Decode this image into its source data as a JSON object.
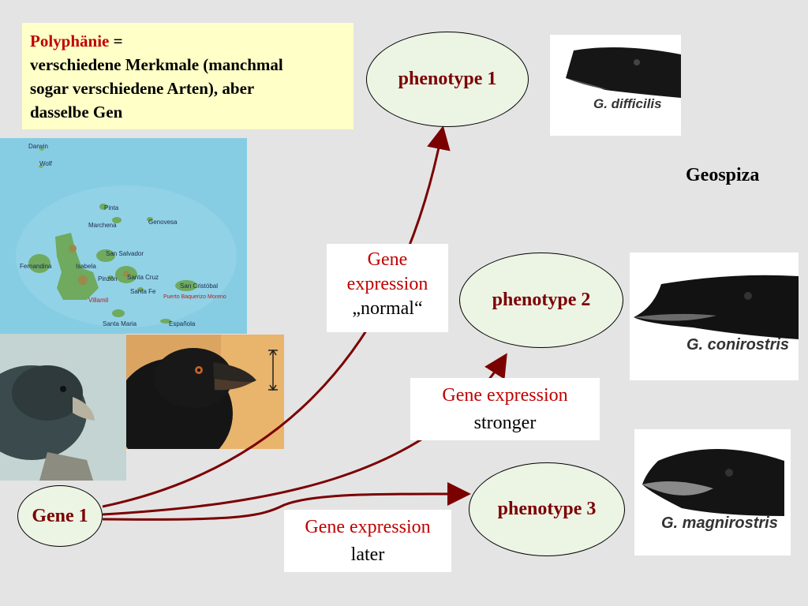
{
  "definition": {
    "term": "Polyphänie",
    "equals": " =",
    "line1": "verschiedene Merkmale (manchmal",
    "line2": "sogar verschiedene Arten), aber",
    "line3": "dasselbe Gen"
  },
  "genus": "Geospiza",
  "gene": "Gene 1",
  "phenotypes": {
    "p1": "phenotype 1",
    "p2": "phenotype 2",
    "p3": "phenotype 3"
  },
  "expressions": {
    "normal": {
      "line1": "Gene",
      "line2": "expression",
      "line3": "„normal“"
    },
    "stronger": {
      "line1": "Gene expression",
      "line2": "stronger"
    },
    "later": {
      "line1": "Gene expression",
      "line2": "later"
    }
  },
  "species": {
    "s1": "G. difficilis",
    "s2": "G. conirostris",
    "s3": "G. magnirostris"
  },
  "map_labels": {
    "darwin": "Darwin",
    "wolf": "Wolf",
    "pinta": "Pinta",
    "marchena": "Marchena",
    "genovesa": "Genovesa",
    "san_salvador": "San Salvador",
    "fernandina": "Fernandina",
    "isabela": "Isabela",
    "pinzon": "Pinzón",
    "santa_cruz": "Santa Cruz",
    "san_cristobal": "San Cristóbal",
    "santa_fe": "Santa Fe",
    "villamil": "Villamil",
    "puerto_baquerizo": "Puerto Baquerizo Moreno",
    "santa_maria": "Santa Maria",
    "espanola": "Española"
  },
  "colors": {
    "arrow": "#7b0000",
    "label_red": "#c00000",
    "ellipse_fill": "#ecf4e4",
    "definition_bg": "#ffffc8",
    "background": "#e4e4e4"
  }
}
